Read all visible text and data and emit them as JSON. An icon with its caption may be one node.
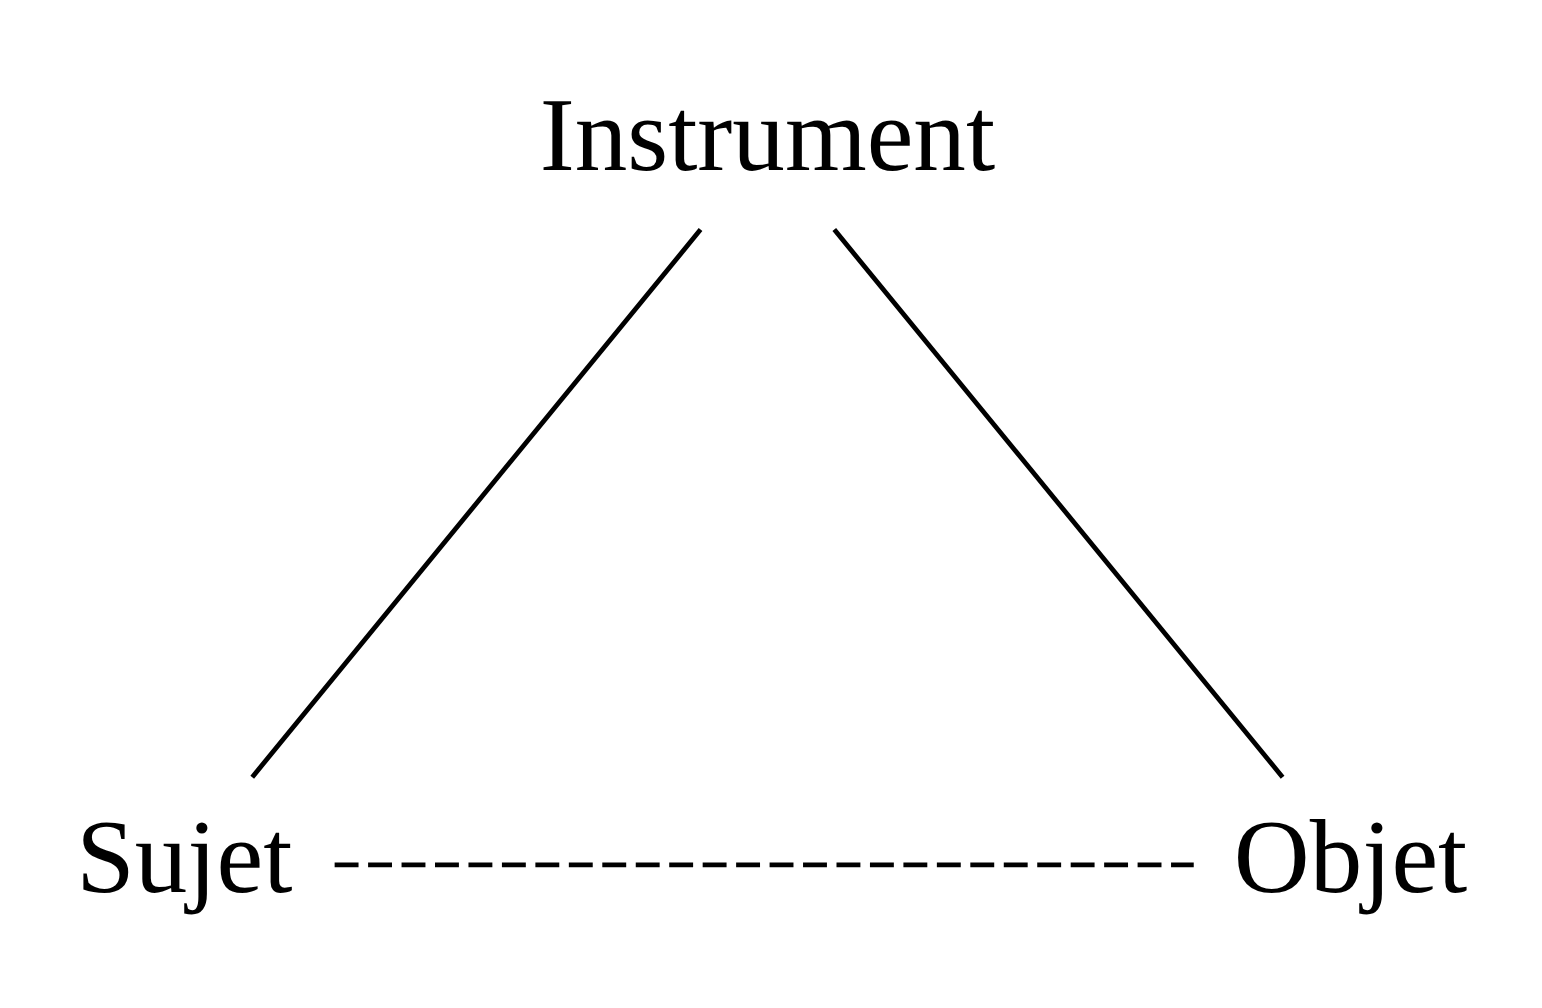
{
  "diagram": {
    "nodes": [
      {
        "text": [
          "Instrument"
        ]
      },
      {
        "text": [
          "Sujet"
        ]
      },
      {
        "text": [
          "Objet"
        ]
      }
    ],
    "edges": [
      {
        "from": 0,
        "to": 1,
        "arrow": "none"
      },
      {
        "from": 0,
        "to": 2,
        "arrow": "none"
      },
      {
        "from": 1,
        "to": 2,
        "arrow": "none",
        "style": "dashed"
      }
    ]
  }
}
